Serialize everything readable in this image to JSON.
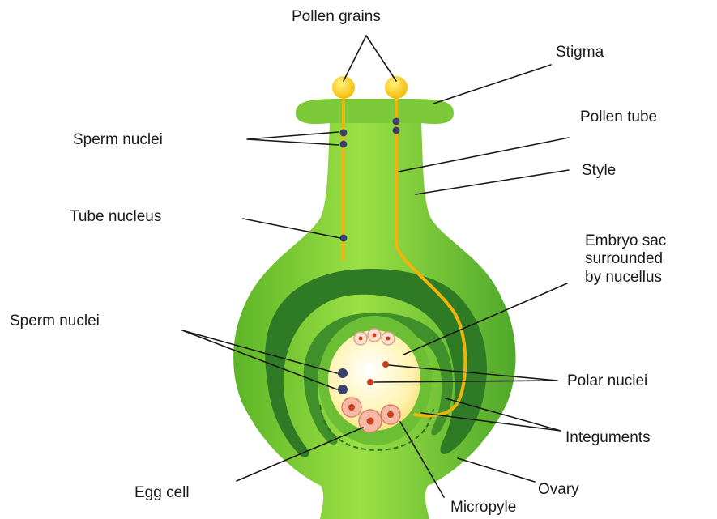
{
  "labels": {
    "pollen_grains": "Pollen grains",
    "stigma": "Stigma",
    "pollen_tube": "Pollen tube",
    "sperm_nuclei_top": "Sperm nuclei",
    "style": "Style",
    "tube_nucleus": "Tube nucleus",
    "embryo_sac_1": "Embryo sac",
    "embryo_sac_2": "surrounded",
    "embryo_sac_3": "by nucellus",
    "sperm_nuclei_bottom": "Sperm nuclei",
    "polar_nuclei": "Polar nuclei",
    "integuments": "Integuments",
    "egg_cell": "Egg cell",
    "ovary": "Ovary",
    "micropyle": "Micropyle"
  },
  "colors": {
    "pistil_light": "#8fd63a",
    "pistil_mid": "#5fb82a",
    "integument_dark": "#2f7a24",
    "nucellus": "#4e9e2a",
    "embryo_sac": "#fff6c2",
    "pollen": "#ffd21a",
    "tube": "#f2b40a",
    "nucleus_dark": "#3b3f6e",
    "nucleus_red": "#c8401e",
    "cell_pink": "#f6b9a6"
  }
}
